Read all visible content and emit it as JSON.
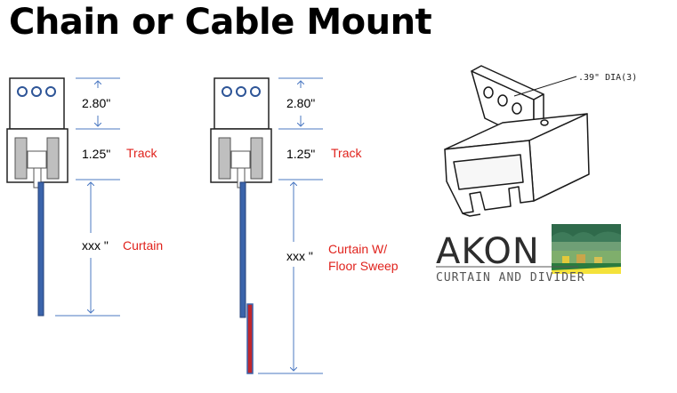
{
  "title": "Chain or Cable Mount",
  "left_diagram": {
    "dim_top": "2.80\"",
    "dim_mid": "1.25\"",
    "dim_length": "xxx \"",
    "label_track": "Track",
    "label_curtain": "Curtain"
  },
  "right_diagram": {
    "dim_top": "2.80\"",
    "dim_mid": "1.25\"",
    "dim_length": "xxx \"",
    "label_track": "Track",
    "label_curtain_line1": "Curtain W/",
    "label_curtain_line2": "Floor Sweep"
  },
  "bracket": {
    "hole_callout": ".39\" DIA(3)"
  },
  "logo": {
    "name": "AKON",
    "tagline": "CURTAIN AND DIVIDER"
  },
  "colors": {
    "curtain": "#3b64ab",
    "floor_sweep": "#c0272d",
    "track_gray": "#bfbfbf",
    "dimension_line": "#4b78c2",
    "label_red": "#e0221c"
  }
}
